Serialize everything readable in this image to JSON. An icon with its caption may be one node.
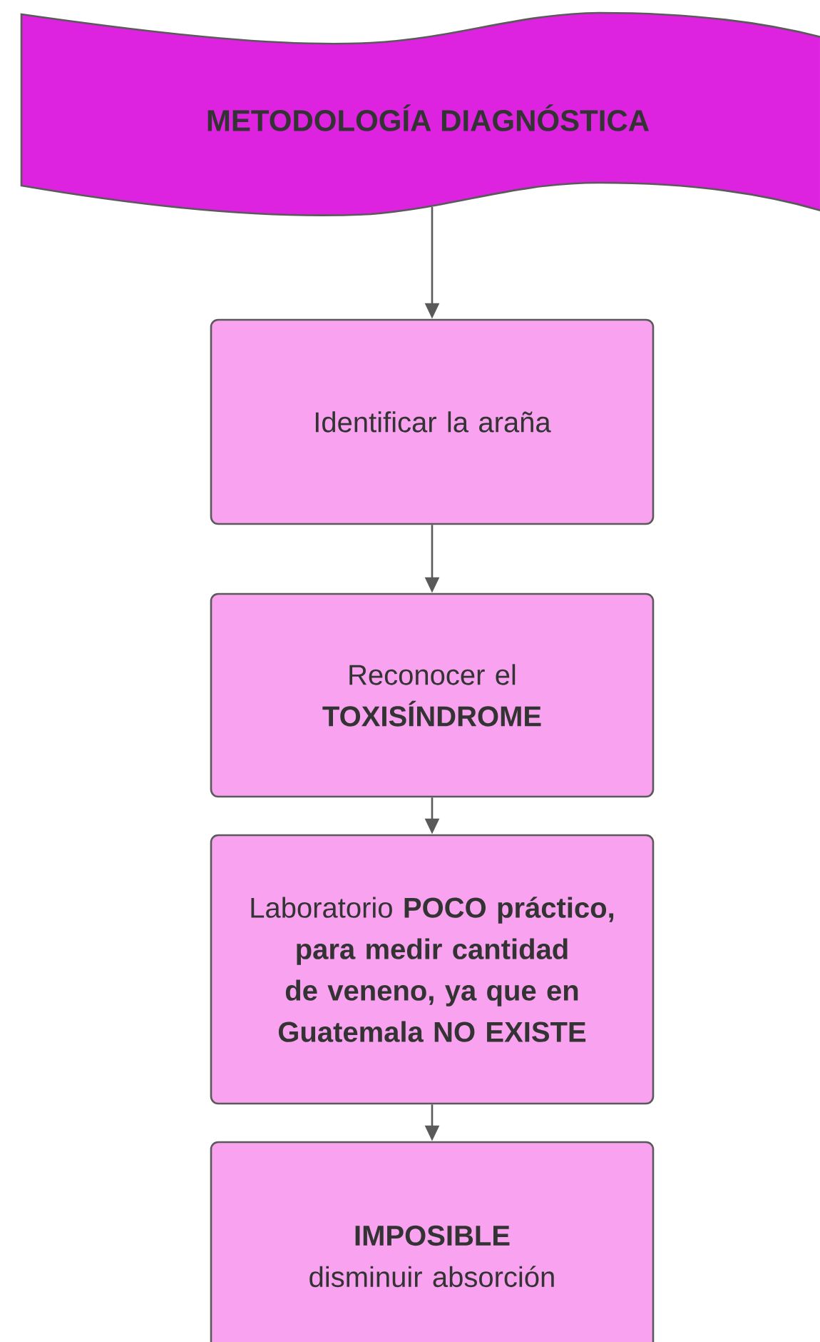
{
  "diagram": {
    "nodes": [
      {
        "text": [
          "METODOLOGÍA DIAGNÓSTICA"
        ]
      },
      {
        "text": [
          "Identificar la araña"
        ]
      },
      {
        "text": [
          "Reconocer el **TOXISÍNDROME**"
        ]
      },
      {
        "text": [
          "Laboratorio **POCO práctico, para medir cantidad de veneno, ya que en Guatemala NO EXISTE**"
        ]
      },
      {
        "text": [
          "**IMPOSIBLE** disminuir absorción"
        ]
      }
    ],
    "edges": [
      {
        "from": 0,
        "to": 1,
        "arrow": "to"
      },
      {
        "from": 1,
        "to": 2,
        "arrow": "to"
      },
      {
        "from": 2,
        "to": 3,
        "arrow": "to"
      },
      {
        "from": 3,
        "to": 4,
        "arrow": "to"
      }
    ]
  }
}
